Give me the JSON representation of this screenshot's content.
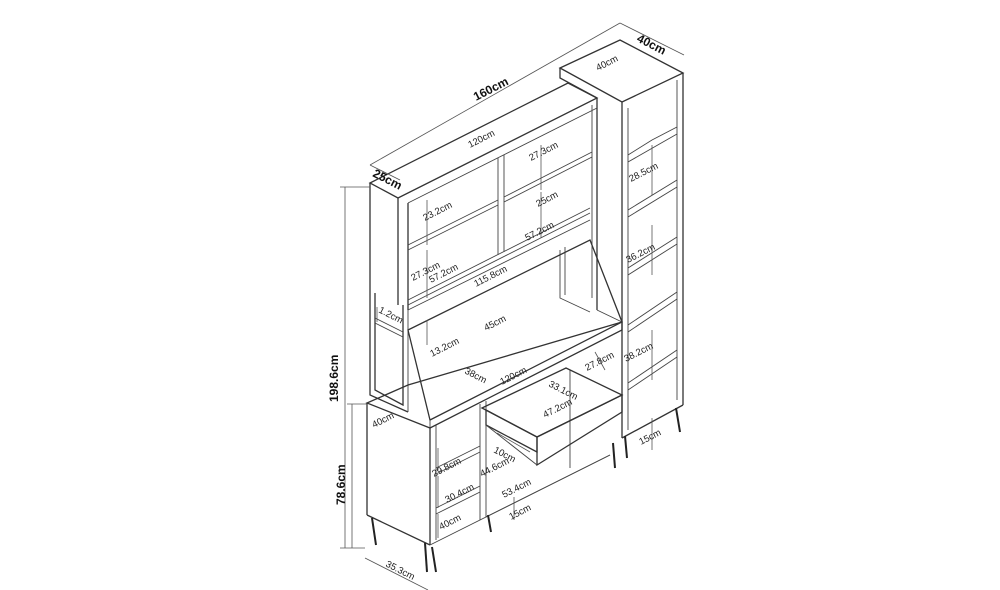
{
  "diagram": {
    "total_width": "160cm",
    "total_height": "198.6cm",
    "lower_height": "78.6cm",
    "right_depth": "40cm",
    "right_depth_top": "40cm",
    "top_depth": "25cm",
    "lower_depth": "40cm",
    "upper_width": "120cm",
    "shelf_27_3_a": "27.3cm",
    "shelf_25": "25cm",
    "shelf_57_2_a": "57.2cm",
    "shelf_23_2": "23.2cm",
    "shelf_27_3_b": "27.3cm",
    "shelf_57_2_b": "57.2cm",
    "shelf_115_8": "115.8cm",
    "shelf_1_2": "1.2cm",
    "shelf_45": "45cm",
    "shelf_13_2": "13.2cm",
    "desk_38": "38cm",
    "desk_120": "120cm",
    "desk_27_8": "27.8cm",
    "drawer_33_1": "33.1cm",
    "drawer_47_2": "47.2cm",
    "right_28_5": "28.5cm",
    "right_36_2": "36.2cm",
    "right_38_2": "38.2cm",
    "right_leg_15": "15cm",
    "drawer_10": "10cm",
    "left_29_8": "29.8cm",
    "left_30_4": "30.4cm",
    "left_40": "40cm",
    "mid_44_6": "44.6cm",
    "mid_53_4": "53.4cm",
    "mid_leg_15": "15cm",
    "left_35_3": "35.3cm"
  }
}
